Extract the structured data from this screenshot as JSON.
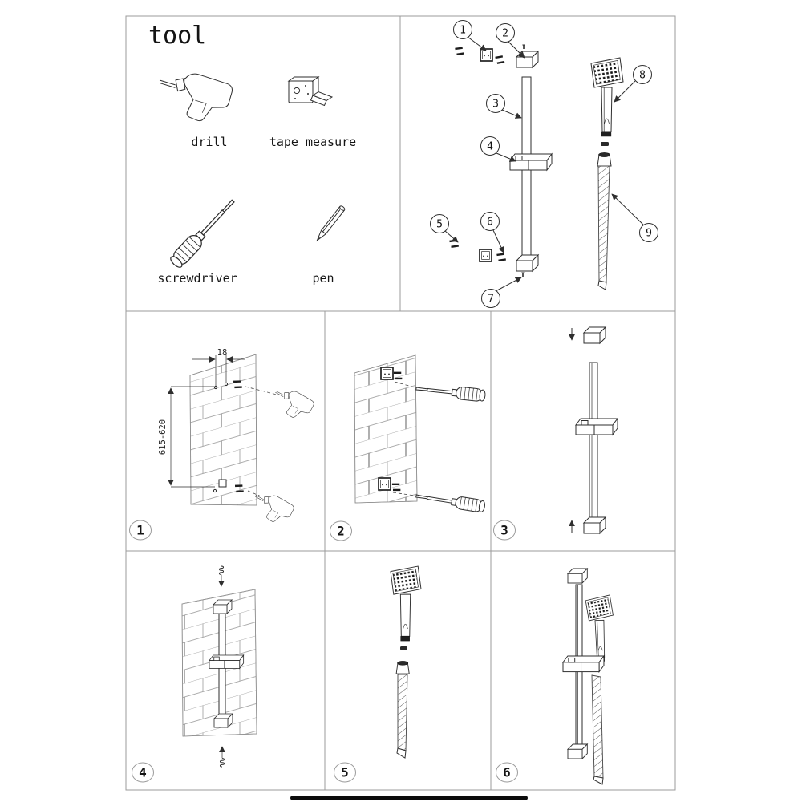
{
  "canvas": {
    "background": "#ffffff",
    "line_color": "#2e2e2e",
    "frame_color": "#9b9b9b"
  },
  "tools_panel": {
    "title": "tool",
    "items": [
      {
        "id": "drill",
        "label": "drill"
      },
      {
        "id": "tape-measure",
        "label": "tape measure"
      },
      {
        "id": "screwdriver",
        "label": "screwdriver"
      },
      {
        "id": "pen",
        "label": "pen"
      }
    ]
  },
  "parts_diagram": {
    "callouts": [
      {
        "number": "1"
      },
      {
        "number": "2"
      },
      {
        "number": "3"
      },
      {
        "number": "4"
      },
      {
        "number": "5"
      },
      {
        "number": "6"
      },
      {
        "number": "7"
      },
      {
        "number": "8"
      },
      {
        "number": "9"
      }
    ]
  },
  "steps": [
    {
      "number": "1",
      "dim_width": "18",
      "dim_height": "615-620"
    },
    {
      "number": "2"
    },
    {
      "number": "3"
    },
    {
      "number": "4"
    },
    {
      "number": "5"
    },
    {
      "number": "6"
    }
  ]
}
